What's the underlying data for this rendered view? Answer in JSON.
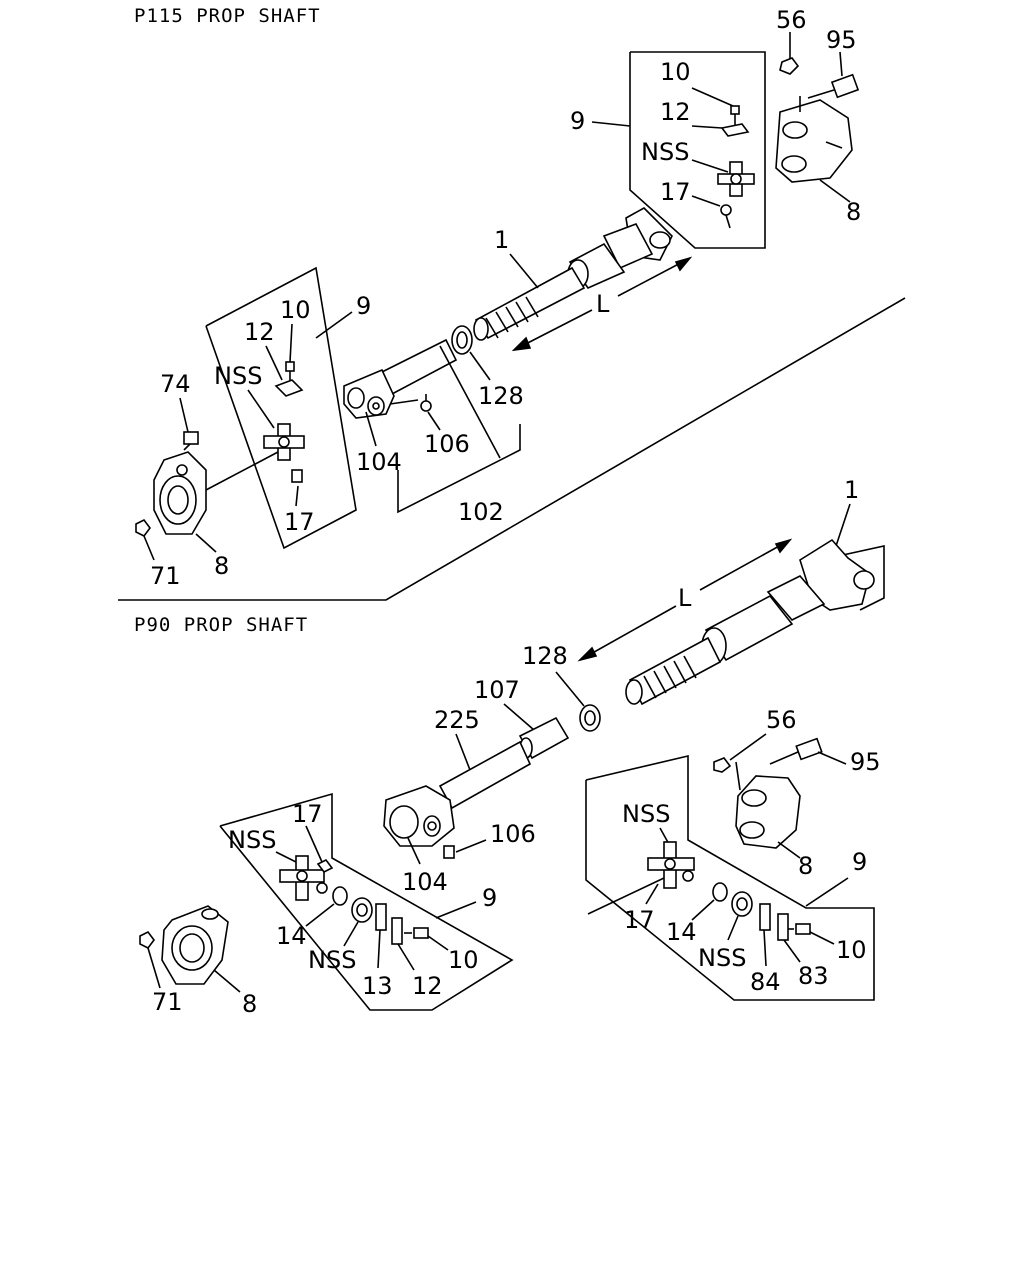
{
  "sections": {
    "p115_title": "P115 PROP SHAFT",
    "p90_title": "P90 PROP SHAFT"
  },
  "p115": {
    "top_box": {
      "c10": "10",
      "c12": "12",
      "cnss": "NSS",
      "c17": "17",
      "c9": "9"
    },
    "c56": "56",
    "c95": "95",
    "c8_top": "8",
    "c1": "1",
    "L": "L",
    "c128": "128",
    "left_box": {
      "c10": "10",
      "c12": "12",
      "cnss": "NSS",
      "c17": "17",
      "c9": "9"
    },
    "c74": "74",
    "c71": "71",
    "c8_left": "8",
    "c104": "104",
    "c106": "106",
    "c102": "102"
  },
  "p90": {
    "c1": "1",
    "L": "L",
    "c128": "128",
    "c107": "107",
    "c225": "225",
    "c106": "106",
    "c104": "104",
    "left_box": {
      "c17": "17",
      "cnss1": "NSS",
      "c14": "14",
      "cnss2": "NSS",
      "c13": "13",
      "c12": "12",
      "c10": "10",
      "c9": "9"
    },
    "c71": "71",
    "c8_left": "8",
    "c56": "56",
    "c95": "95",
    "c8_right": "8",
    "right_box": {
      "cnss1": "NSS",
      "c17": "17",
      "c14": "14",
      "cnss2": "NSS",
      "c84": "84",
      "c83": "83",
      "c10": "10",
      "c9": "9"
    }
  }
}
